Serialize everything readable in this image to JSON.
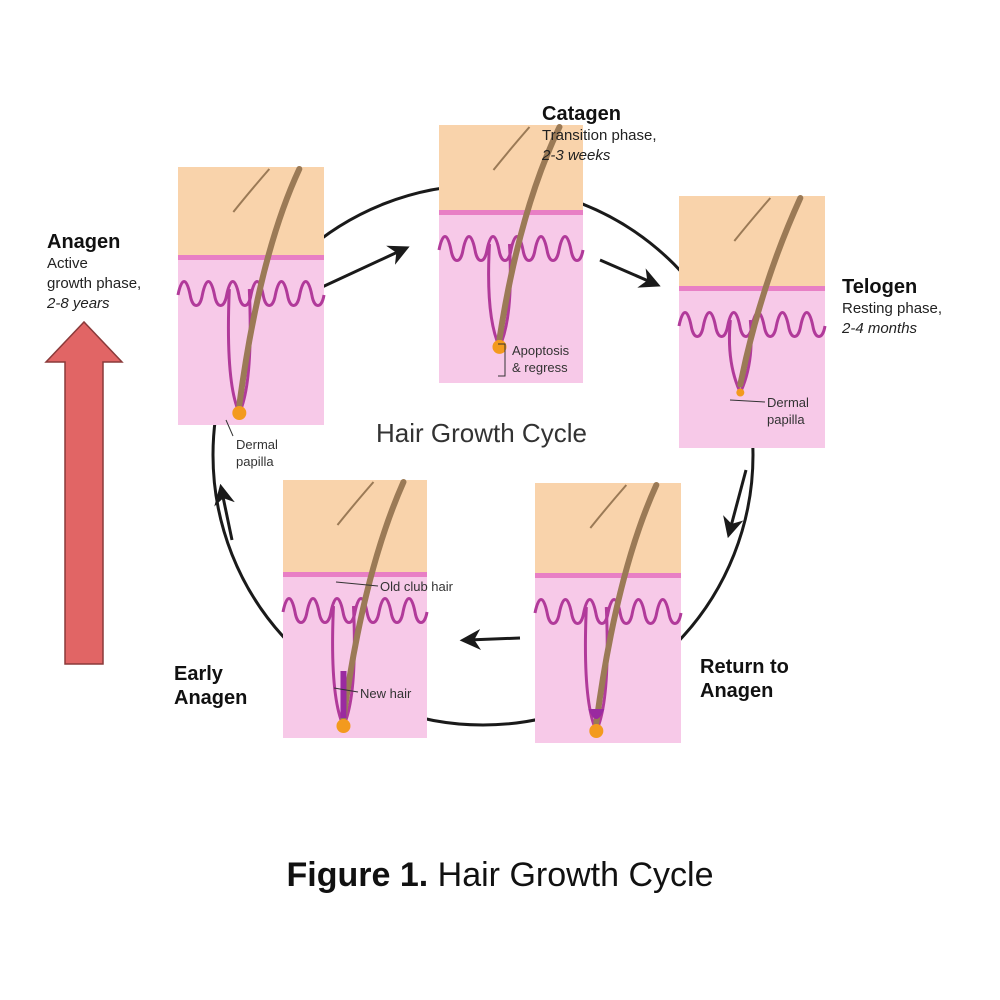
{
  "diagram_title": "Hair Growth Cycle",
  "caption": {
    "label": "Figure 1.",
    "text": "Hair Growth Cycle"
  },
  "stages": {
    "anagen": {
      "title": "Anagen",
      "line1": "Active",
      "line2": "growth phase,",
      "duration": "2-8 years"
    },
    "catagen": {
      "title": "Catagen",
      "line1": "Transition phase,",
      "duration": "2-3 weeks"
    },
    "telogen": {
      "title": "Telogen",
      "line1": "Resting phase,",
      "duration": "2-4 months"
    },
    "return_anagen": {
      "line1": "Return to",
      "line2": "Anagen"
    },
    "early_anagen": {
      "line1": "Early",
      "line2": "Anagen"
    }
  },
  "panel_labels": {
    "anagen_papilla": [
      "Dermal",
      "papilla"
    ],
    "catagen_apoptosis": [
      "Apoptosis",
      "& regress"
    ],
    "telogen_papilla": [
      "Dermal",
      "papilla"
    ],
    "old_club_hair": "Old club hair",
    "new_hair": "New hair"
  },
  "colors": {
    "epidermis": "#f9d3ab",
    "stratum_line": "#e87fc5",
    "dermis": "#f7c9e8",
    "membrane": "#b13a9a",
    "hair": "#9b7a56",
    "papilla": "#f39a1e",
    "cycle_arrow": "#1a1a1a",
    "up_arrow_fill": "#e16565",
    "up_arrow_stroke": "#8a3a3a"
  }
}
